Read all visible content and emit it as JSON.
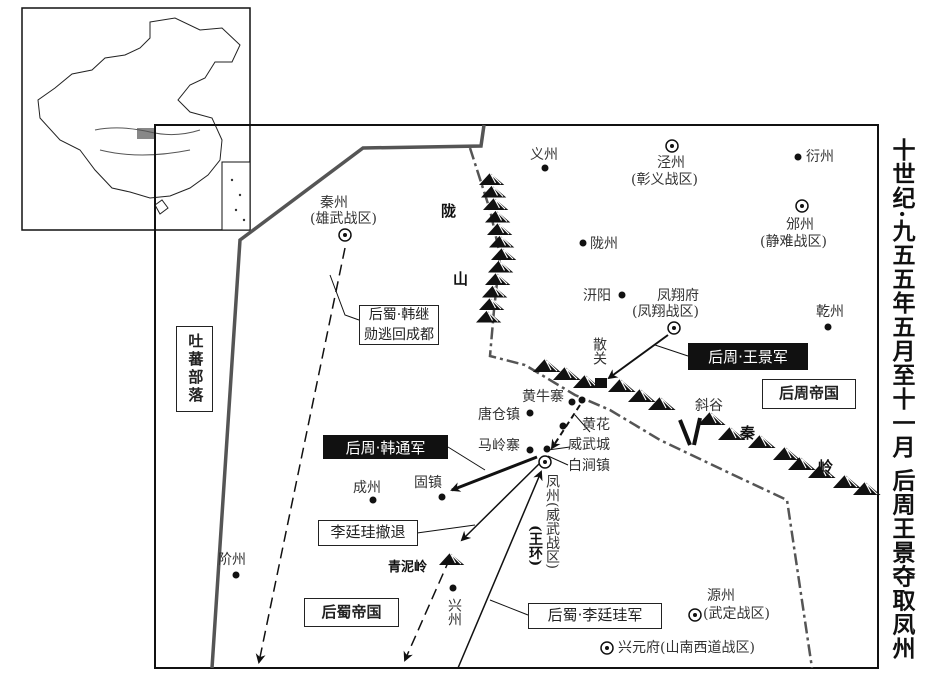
{
  "title": "十世纪·九五五年五月至十一月 后周王景夺取凤州",
  "places": {
    "yizhou": "义州",
    "jingzhou": "泾州",
    "jingzhou_district": "(彰义战区)",
    "yanzhou": "衍州",
    "binzhou": "邠州",
    "binzhou_district": "(静难战区)",
    "qinzhou": "秦州",
    "qinzhou_district": "(雄武战区)",
    "longzhou": "陇州",
    "qianyang": "汧阳",
    "fengxiang": "凤翔府",
    "fengxiang_district": "(凤翔战区)",
    "qianzhou": "乾州",
    "sanguan": "散关",
    "huangniuzhai": "黄牛寨",
    "tangcangzhen": "唐仓镇",
    "huanghua": "黄花",
    "weiwucheng": "威武城",
    "baijianzhen": "白涧镇",
    "malingzhai": "马岭寨",
    "fengzhou": "凤州(威武战区)",
    "wanghuan": "(王环)",
    "xiegu": "斜谷",
    "chengzhou": "成州",
    "guzhen": "固镇",
    "jiezhou": "阶州",
    "xingzhou": "兴州",
    "qingniling": "青泥岭",
    "yuanzhou": "源州",
    "yuanzhou_district": "(武定战区)",
    "xingyuanfu": "兴元府(山南西道战区)"
  },
  "mountains": {
    "long": "陇",
    "shan": "山",
    "qin": "秦",
    "ling": "岭"
  },
  "regions": {
    "later_zhou": "后周帝国",
    "later_shu": "后蜀帝国",
    "tubo": "吐蕃部落"
  },
  "armies": {
    "wangjing": "后周·王景军",
    "hantong": "后周·韩通军",
    "litinggui": "后蜀·李廷珪军",
    "litinggui_retreat": "李廷珪撤退",
    "hanjixun_line1": "后蜀·韩继",
    "hanjixun_line2": "勋逃回成都"
  },
  "colors": {
    "ink": "#111111",
    "border": "#555555",
    "text": "#333333"
  }
}
